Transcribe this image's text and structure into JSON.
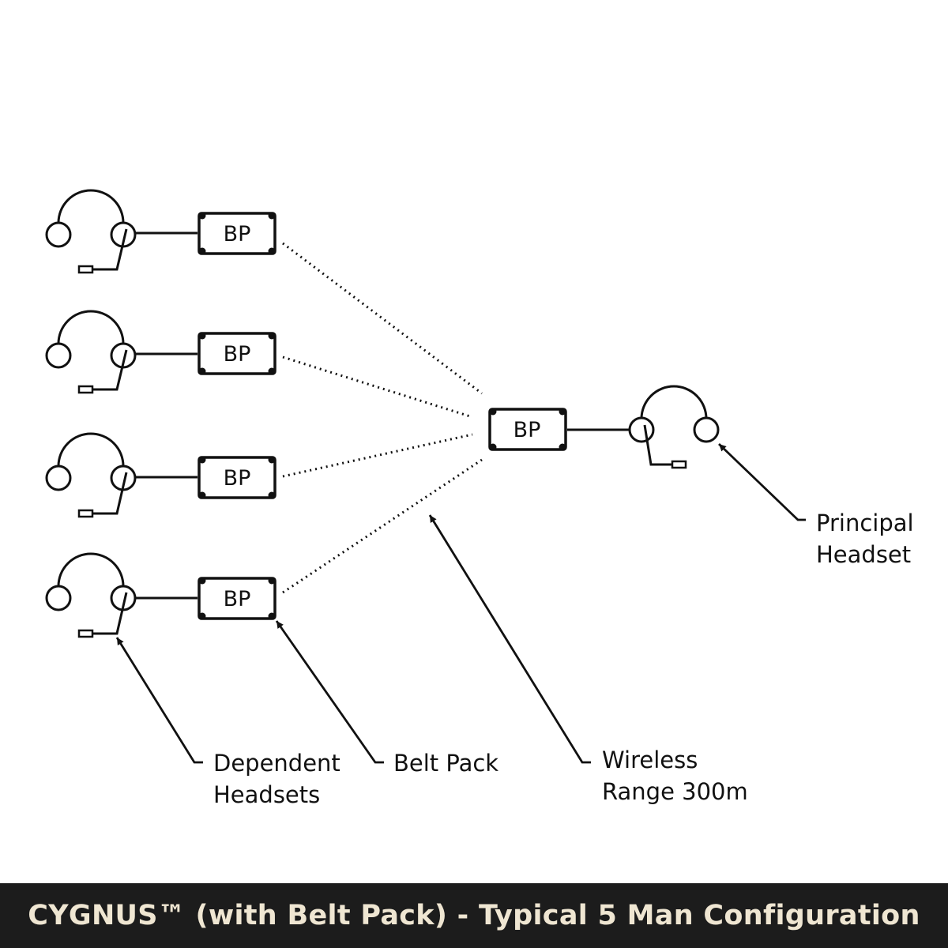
{
  "diagram": {
    "belt_pack_label": "BP",
    "labels": {
      "principal_line1": "Principal",
      "principal_line2": "Headset",
      "dependent_line1": "Dependent",
      "dependent_line2": "Headsets",
      "belt_pack": "Belt Pack",
      "wireless_line1": "Wireless",
      "wireless_line2": "Range 300m"
    }
  },
  "caption": {
    "text": "CYGNUS™ (with Belt Pack) - Typical 5 Man Configuration"
  },
  "colors": {
    "line": "#111111",
    "caption_bg": "#1c1c1c",
    "caption_text": "#efe6d2"
  }
}
